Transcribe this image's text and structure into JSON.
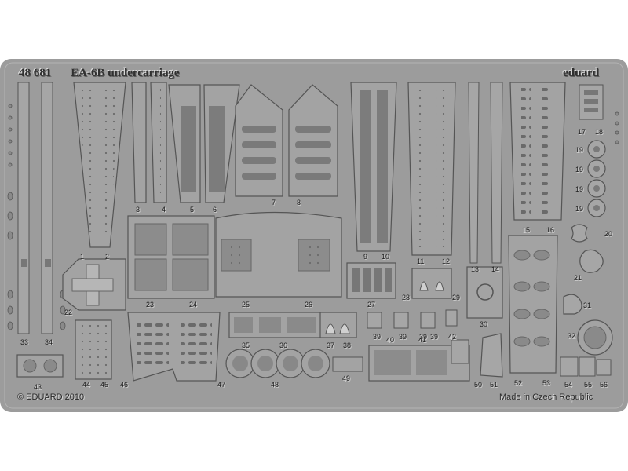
{
  "header": {
    "catalog_number": "48 681",
    "title": "EA-6B undercarriage",
    "brand": "eduard"
  },
  "footer": {
    "copyright": "© EDUARD 2010",
    "origin": "Made in Czech Republic"
  },
  "part_numbers": [
    "1",
    "2",
    "3",
    "4",
    "5",
    "6",
    "7",
    "8",
    "9",
    "10",
    "11",
    "12",
    "13",
    "14",
    "15",
    "16",
    "17",
    "18",
    "19",
    "19",
    "19",
    "19",
    "20",
    "21",
    "22",
    "23",
    "24",
    "25",
    "26",
    "27",
    "28",
    "29",
    "30",
    "31",
    "32",
    "33",
    "34",
    "35",
    "36",
    "37",
    "38",
    "39",
    "39",
    "39",
    "39",
    "40",
    "41",
    "42",
    "43",
    "44",
    "45",
    "46",
    "47",
    "48",
    "49",
    "50",
    "51",
    "52",
    "53",
    "54",
    "55",
    "56"
  ],
  "colors": {
    "fret": "#9c9c9c",
    "highlight": "#d8d8d8",
    "shadow": "#555555",
    "text": "#222222"
  }
}
